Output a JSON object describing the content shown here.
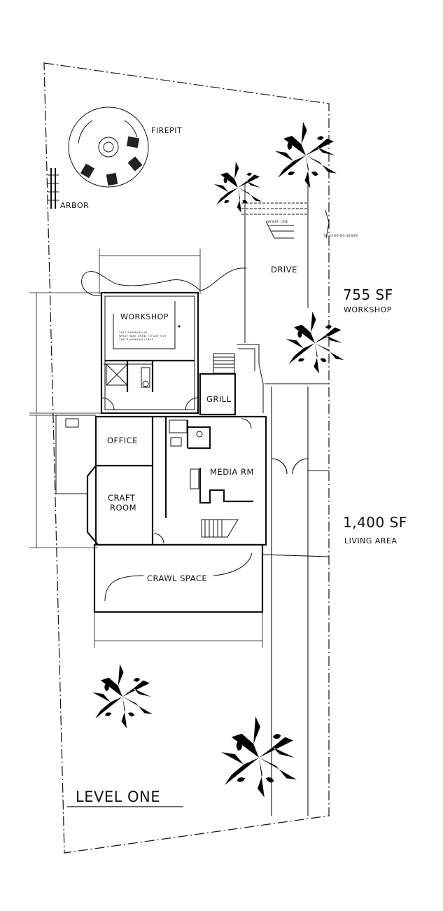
{
  "labels": {
    "firepit": "FIREPIT",
    "arbor": "ARBOR",
    "drive": "DRIVE",
    "workshop_room": "WORKSHOP",
    "grill": "GRILL",
    "office": "OFFICE",
    "craft_1": "CRAFT",
    "craft_2": "ROOM",
    "media": "MEDIA RM",
    "crawl": "CRAWL SPACE",
    "workshop_sf": "755 SF",
    "workshop_caption": "WORKSHOP",
    "living_sf": "1,400 SF",
    "living_caption": "LIVING AREA",
    "level_title": "LEVEL ONE",
    "drawing_note_1": "THIS DRAWING IS",
    "drawing_note_2": "WHAT WAS USED TO LAY OUT",
    "drawing_note_3": "THE PLUMBING LINES",
    "sewer_note_1": "SEWER LINE",
    "sewer_note_2": "TO EXISTING SEWER"
  }
}
